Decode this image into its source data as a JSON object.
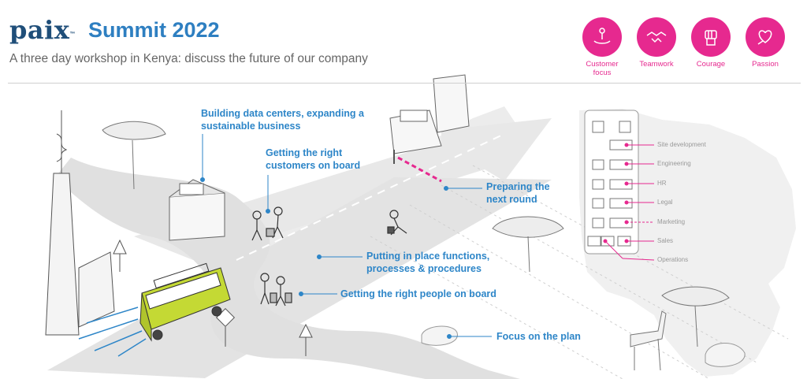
{
  "header": {
    "logo": "paix",
    "trademark": "™",
    "title": "Summit 2022",
    "subtitle": "A three day workshop in Kenya: discuss the future of our company"
  },
  "values": [
    {
      "label": "Customer focus",
      "icon": "hand-person-icon"
    },
    {
      "label": "Teamwork",
      "icon": "handshake-icon"
    },
    {
      "label": "Courage",
      "icon": "fist-icon"
    },
    {
      "label": "Passion",
      "icon": "heart-hand-icon"
    }
  ],
  "callouts": {
    "data_centers": "Building data centers, expanding a sustainable business",
    "customers": "Getting the right customers on board",
    "next_round": "Preparing the next round",
    "functions": "Putting in place functions, processes & procedures",
    "people": "Getting the right people on board",
    "plan": "Focus on the plan"
  },
  "org_chart": [
    "Site development",
    "Engineering",
    "HR",
    "Legal",
    "Marketing",
    "Sales",
    "Operations"
  ],
  "colors": {
    "accent_blue": "#2e86c8",
    "brand_navy": "#1f4e79",
    "pink": "#e6298f",
    "bus_green": "#c4d934",
    "road_gray": "#e6e6e6"
  }
}
